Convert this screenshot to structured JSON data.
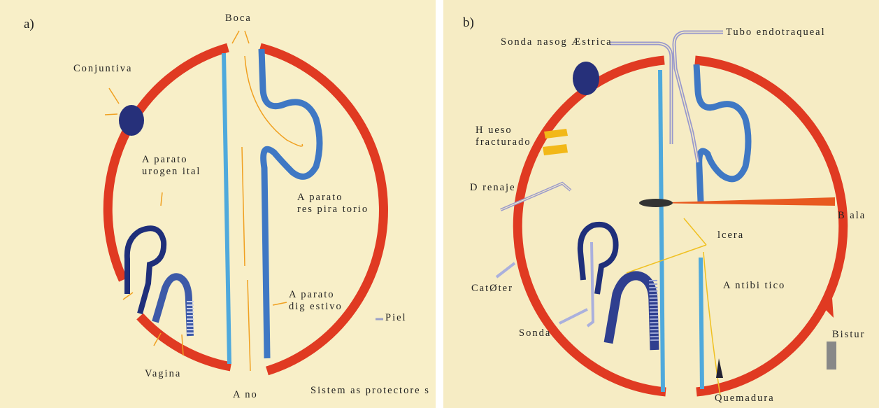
{
  "colors": {
    "skin": "#e03a22",
    "blue_line": "#4fa9dc",
    "dark_blue": "#1f2f7a",
    "mid_blue": "#3f78c4",
    "arrow": "#f0a020",
    "background": "#f8efc8"
  },
  "panel_a": {
    "letter": "a)",
    "labels": {
      "boca": "Boca",
      "conjuntiva": "Conjuntiva",
      "aparato_urogenital": "A parato\nurogen ital",
      "aparato_respiratorio": "A parato\nres pira torio",
      "aparato_digestivo": "A parato\ndig estivo",
      "piel": "Piel",
      "vagina": "Vagina",
      "ano": "A no",
      "sistemas_protectores": "Sistem as protectore s"
    }
  },
  "panel_b": {
    "letter": "b)",
    "labels": {
      "sonda_nasogastrica": "Sonda nasog Æstrica",
      "tubo_endotraqueal": "Tubo endotraqueal",
      "hueso_fracturado": "H ueso\nfracturado",
      "drenaje": "D renaje",
      "bala": "B ala",
      "ulcera": "lcera",
      "cateter": "CatØter",
      "antibiotico": "A ntibi tico",
      "sonda": "Sonda",
      "bistur": "Bistur",
      "quemadura": "Quemadura"
    }
  }
}
